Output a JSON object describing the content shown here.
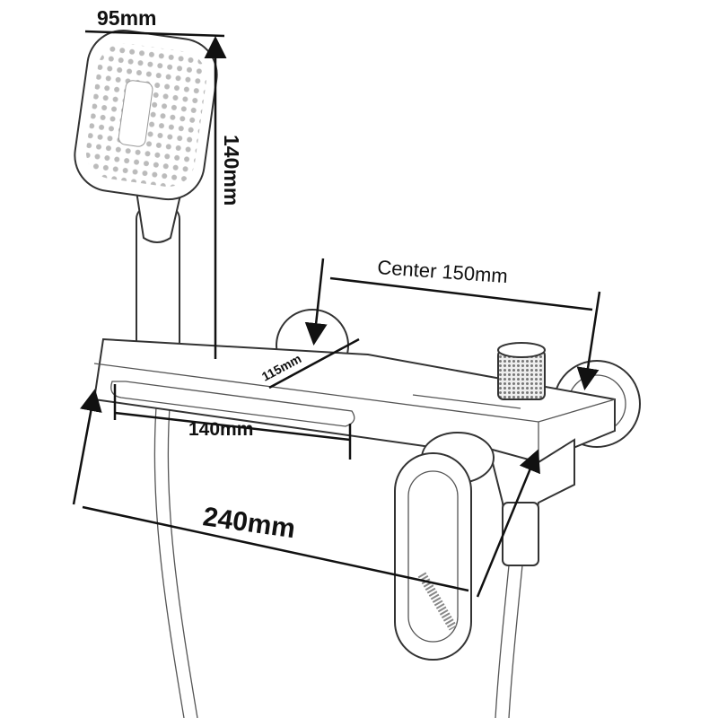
{
  "diagram": {
    "title": "Shower faucet dimension drawing",
    "labels": {
      "head_width": "95mm",
      "head_height": "140mm",
      "center_distance": "Center 150mm",
      "shelf_depth": "115mm",
      "shelf_slot_width": "140mm",
      "total_width": "240mm"
    }
  }
}
